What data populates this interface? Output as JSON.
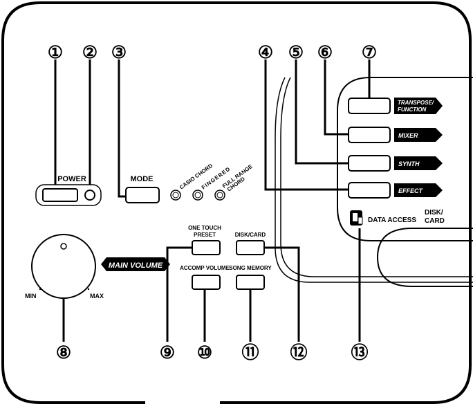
{
  "callouts": [
    "①",
    "②",
    "③",
    "④",
    "⑤",
    "⑥",
    "⑦",
    "⑧",
    "⑨",
    "⑩",
    "⑪",
    "⑫",
    "⑬"
  ],
  "labels": {
    "power": "POWER",
    "mode": "MODE",
    "casio_chord": "CASIO CHORD",
    "fingered": "FINGERED",
    "full_range_1": "FULL RANGE",
    "full_range_2": "CHORD",
    "one_touch_1": "ONE TOUCH",
    "one_touch_2": "PRESET",
    "disk_card": "DISK/CARD",
    "accomp_volume": "ACCOMP VOLUME",
    "song_memory": "SONG MEMORY",
    "main_volume": "MAIN VOLUME",
    "min": "MIN",
    "max": "MAX",
    "transpose_1": "TRANSPOSE/",
    "transpose_2": "FUNCTION",
    "mixer": "MIXER",
    "synth": "SYNTH",
    "effect": "EFFECT",
    "data_access": "DATA ACCESS",
    "disk_slot_1": "DISK/",
    "disk_slot_2": "CARD"
  },
  "colors": {
    "ink": "#000000",
    "paper": "#ffffff"
  }
}
